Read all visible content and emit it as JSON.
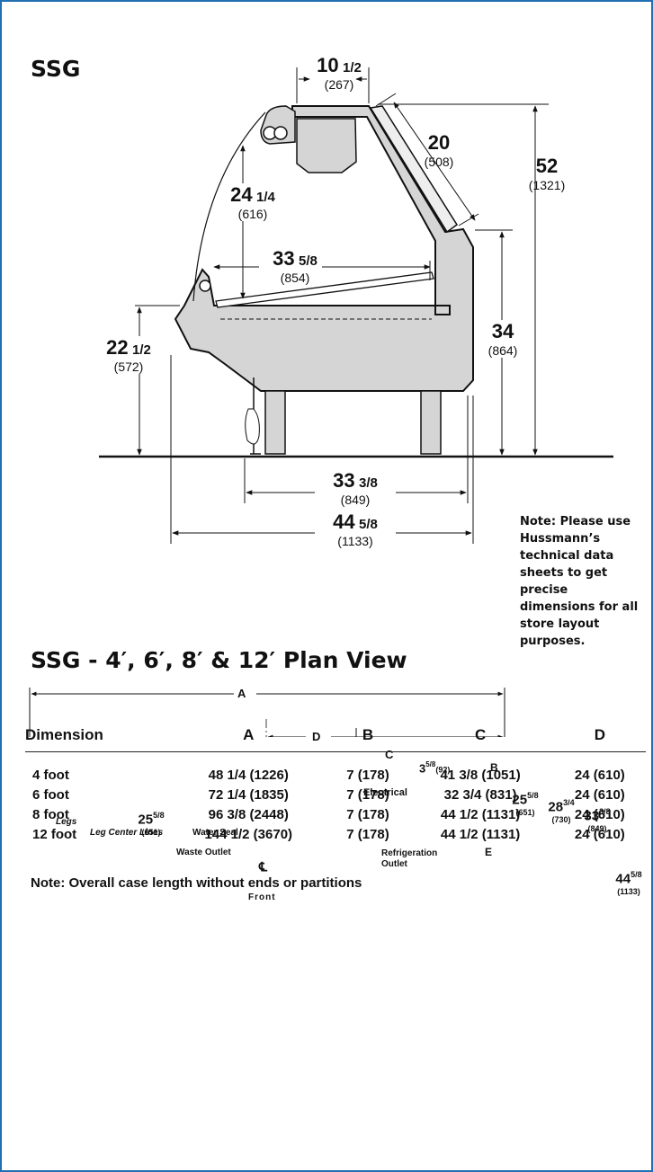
{
  "side_title": "SSG",
  "plan_title": "SSG - 4′, 6′, 8′ & 12′ Plan View",
  "note": "Note: Please use Hussmann’s technical data sheets to get precise dimensions for all store layout purposes.",
  "side_dims": {
    "d10": {
      "whole": "10",
      "frac": "1/2",
      "mm": "(267)"
    },
    "d20": {
      "whole": "20",
      "frac": "",
      "mm": "(508)"
    },
    "d52": {
      "whole": "52",
      "frac": "",
      "mm": "(1321)"
    },
    "d24": {
      "whole": "24",
      "frac": "1/4",
      "mm": "(616)"
    },
    "d33a": {
      "whole": "33",
      "frac": "5/8",
      "mm": "(854)"
    },
    "d22": {
      "whole": "22",
      "frac": "1/2",
      "mm": "(572)"
    },
    "d34": {
      "whole": "34",
      "frac": "",
      "mm": "(864)"
    },
    "d33b": {
      "whole": "33",
      "frac": "3/8",
      "mm": "(849)"
    },
    "d44": {
      "whole": "44",
      "frac": "5/8",
      "mm": "(1133)"
    }
  },
  "plan": {
    "letters": {
      "a": "A",
      "b": "B",
      "c": "C",
      "d": "D",
      "e": "E"
    },
    "electrical": "Electrical",
    "legs": "Legs",
    "leg_center_lines": "Leg Center Lines",
    "water_seal": "Water Seal",
    "waste_outlet": "Waste Outlet",
    "refrigeration_outlet": "Refrigeration Outlet",
    "front": "Front",
    "centerline": "℄",
    "d_35": {
      "whole": "3",
      "frac": "5/8",
      "mm": "(92)"
    },
    "d_25a": {
      "whole": "25",
      "frac": "5/8",
      "mm": "(651)"
    },
    "d_25b": {
      "whole": "25",
      "frac": "5/8",
      "mm": "(651)"
    },
    "d_28": {
      "whole": "28",
      "frac": "3/4",
      "mm": "(730)"
    },
    "d_33": {
      "whole": "33",
      "frac": "3/8",
      "mm": "(849)"
    },
    "d_44": {
      "whole": "44",
      "frac": "5/8",
      "mm": "(1133)"
    }
  },
  "table": {
    "headers": [
      "Dimension",
      "A",
      "B",
      "C",
      "D"
    ],
    "rows": [
      {
        "dim": "4 foot",
        "a_in": "48 1/4",
        "a_mm": "(1226)",
        "b": "7 (178)",
        "c_in": "41 3/8",
        "c_mm": "(1051)",
        "d": "24 (610)"
      },
      {
        "dim": "6 foot",
        "a_in": "72 1/4",
        "a_mm": "(1835)",
        "b": "7 (178)",
        "c_in": "32 3/4",
        "c_mm": "(831)",
        "d": "24 (610)"
      },
      {
        "dim": "8 foot",
        "a_in": "96 3/8",
        "a_mm": "(2448)",
        "b": "7 (178)",
        "c_in": "44 1/2",
        "c_mm": "(1131)",
        "d": "24 (610)"
      },
      {
        "dim": "12 foot",
        "a_in": "144 1/2",
        "a_mm": "(3670)",
        "b": "7 (178)",
        "c_in": "44 1/2",
        "c_mm": "(1131)",
        "d": "24 (610)"
      }
    ],
    "footnote": "Note: Overall case length without ends or partitions"
  }
}
